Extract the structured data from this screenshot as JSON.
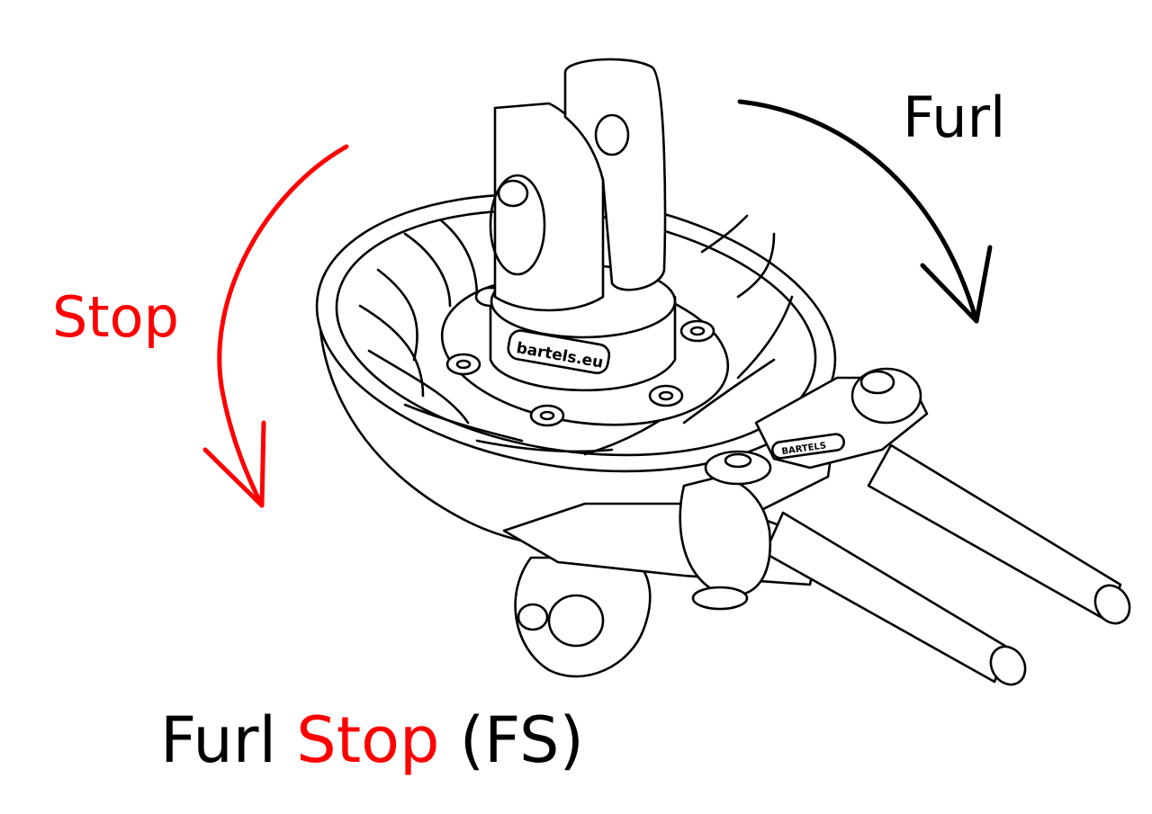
{
  "labels": {
    "furl": "Furl",
    "stop": "Stop",
    "caption_part1": "Furl",
    "caption_part2": "Stop",
    "caption_part3": "(FS)"
  },
  "device_markings": {
    "collar_text": "bartels.eu",
    "plate_text": "BARTELS"
  },
  "colors": {
    "stop": "#ff0000",
    "furl": "#000000"
  }
}
